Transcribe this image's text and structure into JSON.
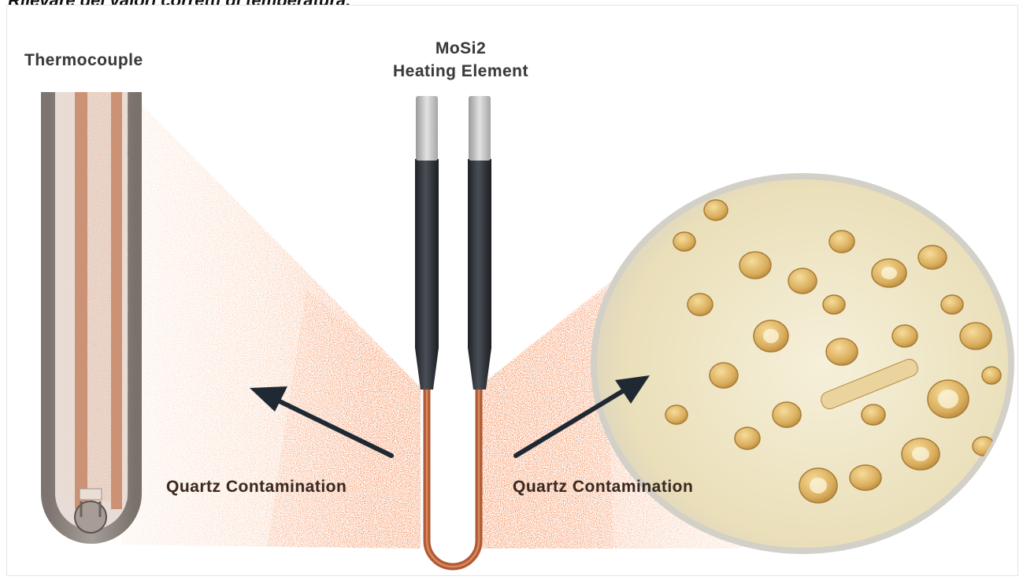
{
  "caption": "Rilevare dei valori corretti di temperatura.",
  "labels": {
    "thermocouple": "Thermocouple",
    "heating_element_line1": "MoSi2",
    "heating_element_line2": "Heating Element",
    "contamination_left": "Quartz Contamination",
    "contamination_right": "Quartz Contamination"
  },
  "colors": {
    "contamination": "#f06a1e",
    "element_dark": "#2d3036",
    "element_tip": "#c8c8c8",
    "element_loop": "#b15a35",
    "thermocouple_sheath": "#8f8680",
    "insulation_bed": "#efe6c4",
    "crystal": "#d9b46a",
    "arrow": "#1f2933"
  },
  "icons": {
    "thermocouple": "thermocouple-probe",
    "heating_element": "u-shaped-heating-element",
    "insulation": "crystallized-insulation-disc"
  }
}
